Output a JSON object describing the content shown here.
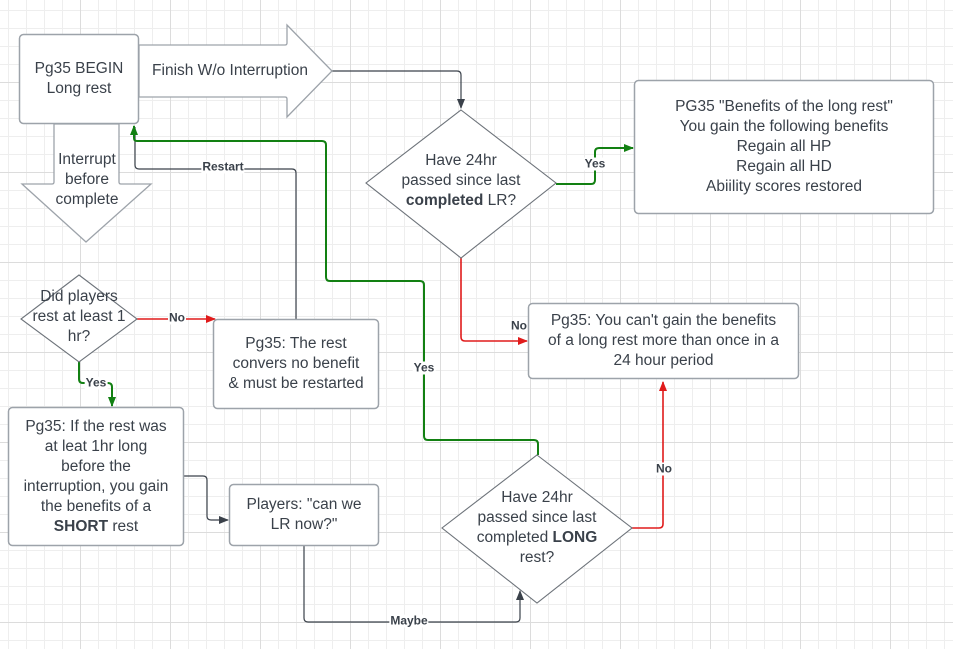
{
  "colors": {
    "shape_stroke": "#9da3aa",
    "connector_default": "#3a414a",
    "connector_yes": "#128012",
    "connector_no": "#e01b1b",
    "text": "#3a414a"
  },
  "nodes": {
    "begin": {
      "text": "Pg35 BEGIN\nLong rest"
    },
    "finish_arrow": {
      "text": "Finish W/o Interruption"
    },
    "interrupt_arrow": {
      "text": "Interrupt\nbefore\ncomplete"
    },
    "decision_24hr": {
      "text_pre": "Have 24hr\npassed since last\n",
      "text_bold": "completed",
      "text_post": " LR?"
    },
    "benefits": {
      "text": "PG35 \"Benefits of the long rest\"\nYou gain the following benefits\nRegain all HP\nRegain all HD\nAbiility scores restored"
    },
    "decision_1hr": {
      "text": "Did players\nrest at least 1\nhr?"
    },
    "no_benefit": {
      "text": "Pg35: The rest\nconvers no benefit\n& must be restarted"
    },
    "once_per_24": {
      "text": "Pg35: You can't gain the benefits\nof a long rest more than once in a\n24 hour period"
    },
    "short_rest": {
      "text_pre": "Pg35: If the rest was\nat leat 1hr long\nbefore the\ninterruption, you gain\nthe benefits of a\n",
      "text_bold": "SHORT",
      "text_post": " rest"
    },
    "players_ask": {
      "text": "Players: \"can we\nLR now?\""
    },
    "decision_long": {
      "text_pre": "Have 24hr\npassed since last\ncompleted ",
      "text_bold": "LONG",
      "text_post": "\nrest?"
    }
  },
  "edge_labels": {
    "restart": "Restart",
    "yes_benefits": "Yes",
    "no_once": "No",
    "no_1hr": "No",
    "yes_1hr": "Yes",
    "yes_green_loop": "Yes",
    "no_long": "No",
    "maybe": "Maybe"
  }
}
